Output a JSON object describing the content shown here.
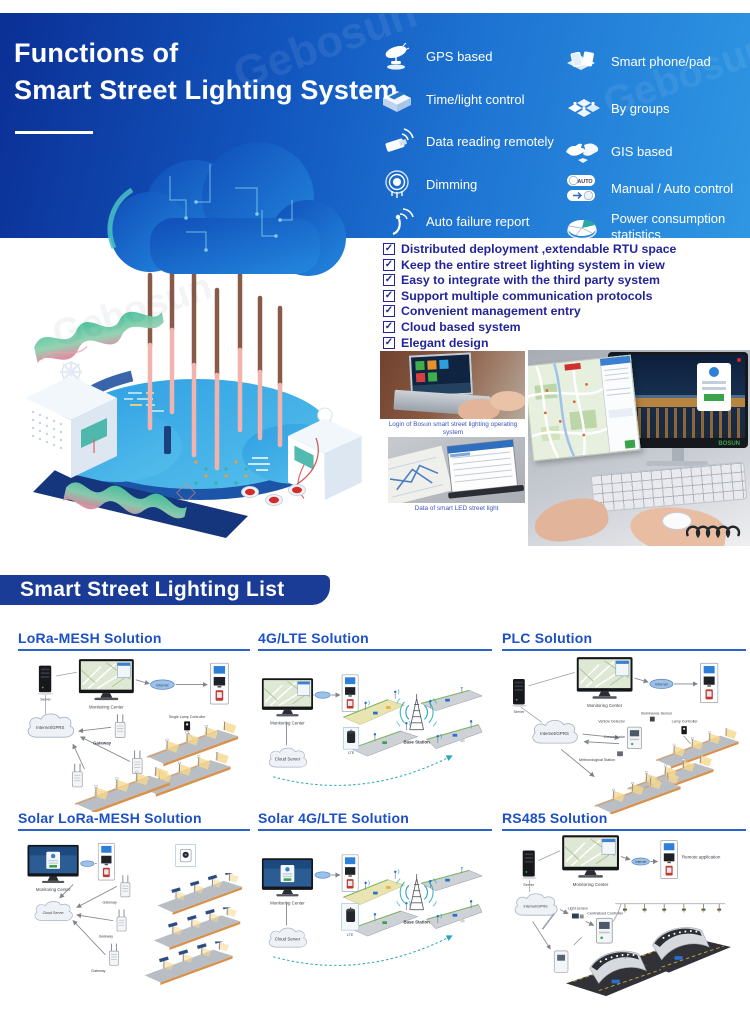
{
  "watermark": "Gebosun",
  "header": {
    "title_line1": "Functions of",
    "title_line2": "Smart Street Lighting System",
    "toggle_auto": "AUTO",
    "features_left": [
      {
        "icon": "gps-icon",
        "label": "GPS based"
      },
      {
        "icon": "time-light-icon",
        "label": "Time/light control"
      },
      {
        "icon": "data-reading-icon",
        "label": "Data reading remotely"
      },
      {
        "icon": "dimming-icon",
        "label": "Dimming"
      },
      {
        "icon": "auto-failure-icon",
        "label": "Auto failure report"
      }
    ],
    "features_right": [
      {
        "icon": "smart-phone-icon",
        "label": "Smart phone/pad"
      },
      {
        "icon": "by-groups-icon",
        "label": "By groups"
      },
      {
        "icon": "gis-icon",
        "label": "GIS based"
      },
      {
        "icon": "manual-auto-icon",
        "label": "Manual / Auto control"
      },
      {
        "icon": "power-statistics-icon",
        "label": "Power consumption statistics"
      }
    ]
  },
  "icons": {
    "checkbox": "✓"
  },
  "overview": {
    "checklist": [
      "Distributed deployment ,extendable RTU space",
      "Keep the entire street lighting system in view",
      "Easy to integrate with the third party system",
      "Support multiple communication protocols",
      "Convenient management entry",
      "Cloud based system",
      "Elegant design"
    ],
    "caption_login": "Login of Bosun smart street lighting operating system",
    "caption_data": "Data of smart LED street light",
    "monitor_brand": "BOSUN"
  },
  "list_banner": "Smart Street Lighting List",
  "solutions": [
    {
      "title": "LoRa-MESH Solution",
      "labels": {
        "server": "Server",
        "monitoring_center": "Monitoring Center",
        "internet": "Internet",
        "internet_gprs": "Internet/GPRS",
        "gateway": "Gateway",
        "single_lamp_controller": "Single Lamp Controller"
      }
    },
    {
      "title": "4G/LTE Solution",
      "labels": {
        "monitoring_center": "Monitoring Center",
        "cloud_server": "Cloud Server",
        "base_station": "Base Station",
        "lte": "LTE"
      }
    },
    {
      "title": "PLC Solution",
      "labels": {
        "server": "Server",
        "monitoring_center": "Monitoring Center",
        "internet": "Internet",
        "internet_gprs": "Internet/GPRS",
        "concentrator": "Concentrator",
        "illuminance_sensor": "Illuminance Sensor",
        "vehicle_detector": "Vehicle Detector",
        "meteorological_station": "Meteorological Station",
        "lamp_controller": "Lamp Controller"
      }
    },
    {
      "title": "Solar LoRa-MESH Solution",
      "labels": {
        "monitoring_center": "Monitoring Center",
        "cloud_server": "Cloud Server",
        "gateway": "Gateway"
      }
    },
    {
      "title": "Solar 4G/LTE Solution",
      "labels": {
        "monitoring_center": "Monitoring Center",
        "cloud_server": "Cloud Server",
        "base_station": "Base Station",
        "lte": "LTE"
      }
    },
    {
      "title": "RS485 Solution",
      "labels": {
        "server": "Server",
        "monitoring_center": "Monitoring Center",
        "internet": "Internet",
        "remote_application": "Remote application",
        "internet_gprs": "Internet/GPRS",
        "light_sensor": "Light sensor",
        "centralized_controller": "Centralized Controller"
      }
    }
  ]
}
